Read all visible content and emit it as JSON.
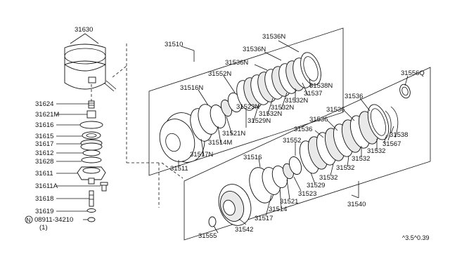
{
  "labels": {
    "p31630": "31630",
    "p31624": "31624",
    "p31621M": "31621M",
    "p31616": "31616",
    "p31615": "31615",
    "p31617": "31617",
    "p31612": "31612",
    "p31628": "31628",
    "p31611": "31611",
    "p31611A": "31611A",
    "p31618": "31618",
    "p31619": "31619",
    "p08911": "08911-34210",
    "p08911_qty": "(1)",
    "p08911_prefix": "N",
    "p31510": "31510",
    "p31536N_a": "31536N",
    "p31536N_b": "31536N",
    "p31536N_c": "31536N",
    "p31552N": "31552N",
    "p31516N": "31516N",
    "p31538N": "31538N",
    "p31537": "31537",
    "p31532N_a": "31532N",
    "p31532N_b": "31532N",
    "p31532N_c": "31532N",
    "p31523N": "31523N",
    "p31529N": "31529N",
    "p31521N": "31521N",
    "p31514M": "31514M",
    "p31517N": "31517N",
    "p31511": "31511",
    "p31556Q": "31556Q",
    "p31536_a": "31536",
    "p31536_b": "31536",
    "p31536_c": "31536",
    "p31536_d": "31536",
    "p31538": "31538",
    "p31567": "31567",
    "p31532_a": "31532",
    "p31532_b": "31532",
    "p31532_c": "31532",
    "p31532_d": "31532",
    "p31552": "31552",
    "p31516": "31516",
    "p31529": "31529",
    "p31523": "31523",
    "p31521": "31521",
    "p31514": "31514",
    "p31517": "31517",
    "p31540": "31540",
    "p31542": "31542",
    "p31555": "31555",
    "code": "^3.5^0.39"
  }
}
